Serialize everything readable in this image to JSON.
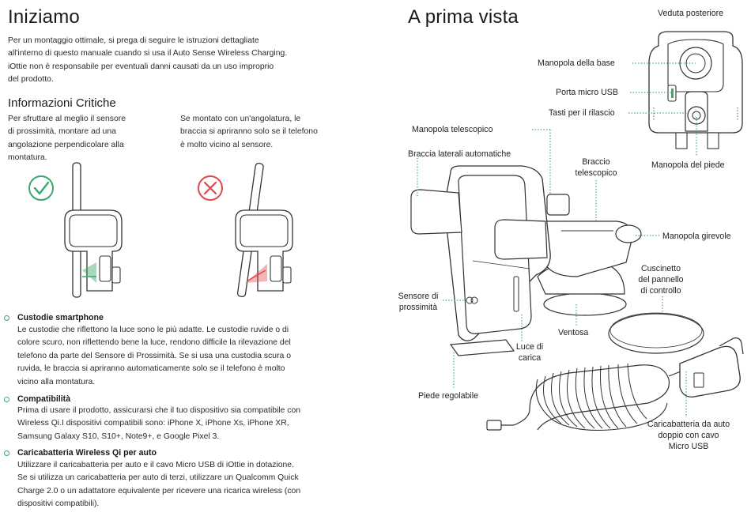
{
  "left": {
    "title": "Iniziamo",
    "intro": [
      "Per un montaggio ottimale, si prega di seguire le istruzioni dettagliate",
      "all'interno di questo manuale cuando si usa il Auto Sense Wireless Charging.",
      "iOttie non è responsabile per eventuali danni causati da un uso improprio",
      "del prodotto."
    ],
    "critical_title": "Informazioni Critiche",
    "col1": [
      "Per sfruttare al meglio il sensore",
      "di prossimità, montare ad una",
      "angolazione perpendicolare alla",
      "montatura."
    ],
    "col2": [
      "Se montato con un'angolatura, le",
      "braccia si apriranno solo se il telefono",
      "è molto vicino al sensore."
    ],
    "bullets": [
      {
        "title": "Custodie smartphone",
        "lines": [
          "Le custodie che riflettono la luce sono le più adatte. Le custodie ruvide o di",
          "colore scuro, non riflettendo bene la luce, rendono difficile la rilevazione del",
          "telefono da parte del Sensore di Prossimità. Se si usa una custodia scura o",
          "ruvida, le braccia si apriranno automaticamente solo se il telefono è molto",
          "vicino alla montatura."
        ]
      },
      {
        "title": "Compatibilità",
        "lines": [
          "Prima di usare il prodotto, assicurarsi che il tuo dispositivo sia compatibile con",
          "Wireless Qi.I dispositivi compatibili sono: iPhone X, iPhone Xs, iPhone XR,",
          "Samsung Galaxy S10, S10+, Note9+, e Google Pixel 3."
        ]
      },
      {
        "title": "Caricabatteria Wireless Qi per auto",
        "lines": [
          "Utilizzare il caricabatteria per auto e il cavo Micro USB di iOttie in dotazione.",
          "Se si utilizza un caricabatteria per auto di terzi, utilizzare un Qualcomm Quick",
          "Charge 2.0 o un adattatore equivalente per ricevere una ricarica wireless (con",
          "dispositivi compatibili)."
        ]
      }
    ]
  },
  "right": {
    "title": "A prima vista",
    "rear_view": "Veduta posteriore",
    "labels": {
      "base_knob": "Manopola della base",
      "micro_usb": "Porta micro USB",
      "release": "Tasti per il rilascio",
      "foot_knob": "Manopola del piede",
      "telescopic_knob": "Manopola telescopico",
      "auto_arms": "Braccia laterali automatiche",
      "telescopic_arm": [
        "Braccio",
        "telescopico"
      ],
      "pivot_knob": "Manopola girevole",
      "control_pad": [
        "Cuscinetto",
        "del pannello",
        "di controllo"
      ],
      "sensor": [
        "Sensore di",
        "prossimità"
      ],
      "suction": "Ventosa",
      "charge_light": [
        "Luce di",
        "carica"
      ],
      "foot": "Piede regolabile",
      "charger": [
        "Caricabatteria da auto",
        "doppio con cavo",
        "Micro USB"
      ]
    },
    "colors": {
      "accent": "#3aa86b",
      "wrong": "#e0474c",
      "line": "#333333"
    }
  }
}
